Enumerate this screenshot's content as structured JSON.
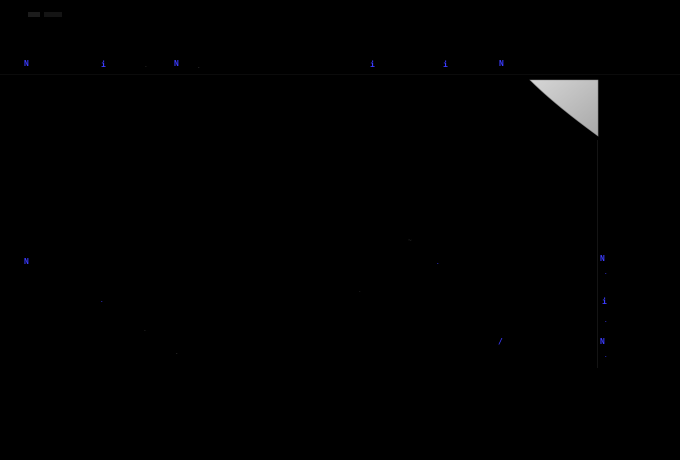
{
  "window": {
    "background": "#000000",
    "accent_blue": "#3b3bff",
    "dim_gray": "#3a3a3a",
    "curl_color": "#c9c9c9",
    "curl_shade": "#9a9a9a"
  },
  "titlebar": {
    "chip_a": "",
    "chip_b": ""
  },
  "marks": [
    {
      "glyph": "N",
      "color": "#3b3bff"
    },
    {
      "glyph": "i",
      "color": "#3b3bff"
    },
    {
      "glyph": "-",
      "color": "#2a2a2a"
    },
    {
      "glyph": "N",
      "color": "#3b3bff"
    },
    {
      "glyph": ".",
      "color": "#3a3a3a"
    },
    {
      "glyph": "i",
      "color": "#3b3bff"
    },
    {
      "glyph": "i",
      "color": "#3b3bff"
    },
    {
      "glyph": "N",
      "color": "#3b3bff"
    },
    {
      "glyph": "N",
      "color": "#3b3bff"
    },
    {
      "glyph": ".",
      "color": "#3b3bff"
    },
    {
      "glyph": "-",
      "color": "#2a2a2a"
    },
    {
      "glyph": ".",
      "color": "#3a3a3a"
    },
    {
      "glyph": "~",
      "color": "#2e2e2e"
    },
    {
      "glyph": ".",
      "color": "#3b3bff"
    },
    {
      "glyph": ".",
      "color": "#262626"
    },
    {
      "glyph": "/",
      "color": "#3b3bff"
    },
    {
      "glyph": "N",
      "color": "#3b3bff"
    },
    {
      "glyph": ".",
      "color": "#3b3bff"
    },
    {
      "glyph": "i",
      "color": "#3b3bff"
    },
    {
      "glyph": ".",
      "color": "#3b3bff"
    },
    {
      "glyph": "N",
      "color": "#3b3bff"
    },
    {
      "glyph": ".",
      "color": "#3b3bff"
    }
  ]
}
